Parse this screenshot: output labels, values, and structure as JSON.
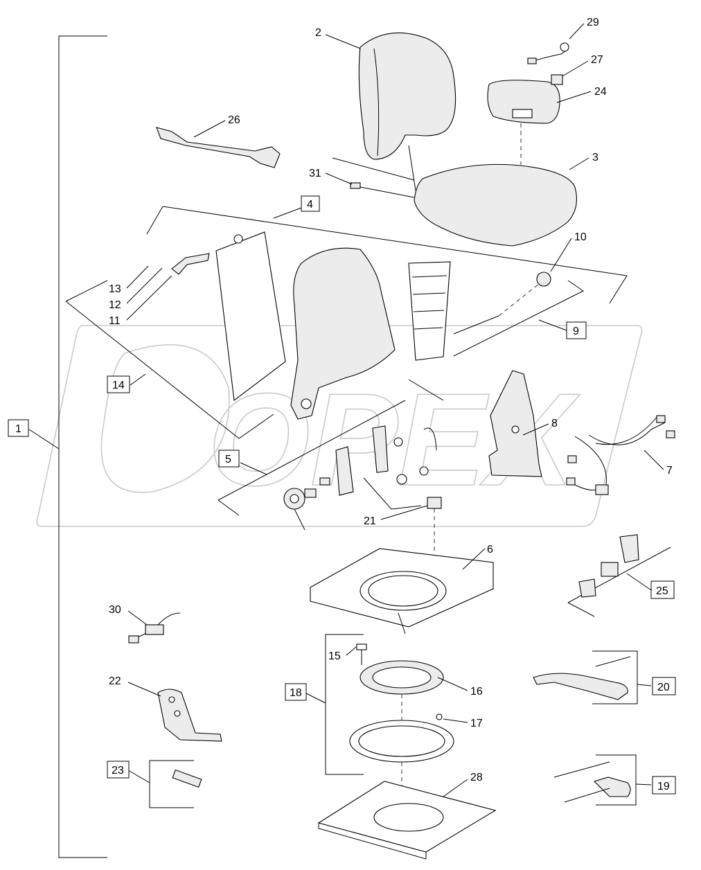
{
  "diagram": {
    "watermark": "OPEX",
    "callouts": [
      "1",
      "2",
      "3",
      "4",
      "5",
      "6",
      "7",
      "8",
      "9",
      "10",
      "11",
      "12",
      "13",
      "14",
      "15",
      "16",
      "17",
      "18",
      "19",
      "20",
      "21",
      "22",
      "23",
      "24",
      "25",
      "26",
      "27",
      "28",
      "29",
      "30",
      "31"
    ],
    "boxed_callouts": [
      "1",
      "4",
      "5",
      "9",
      "14",
      "18",
      "19",
      "20",
      "23",
      "25"
    ]
  }
}
